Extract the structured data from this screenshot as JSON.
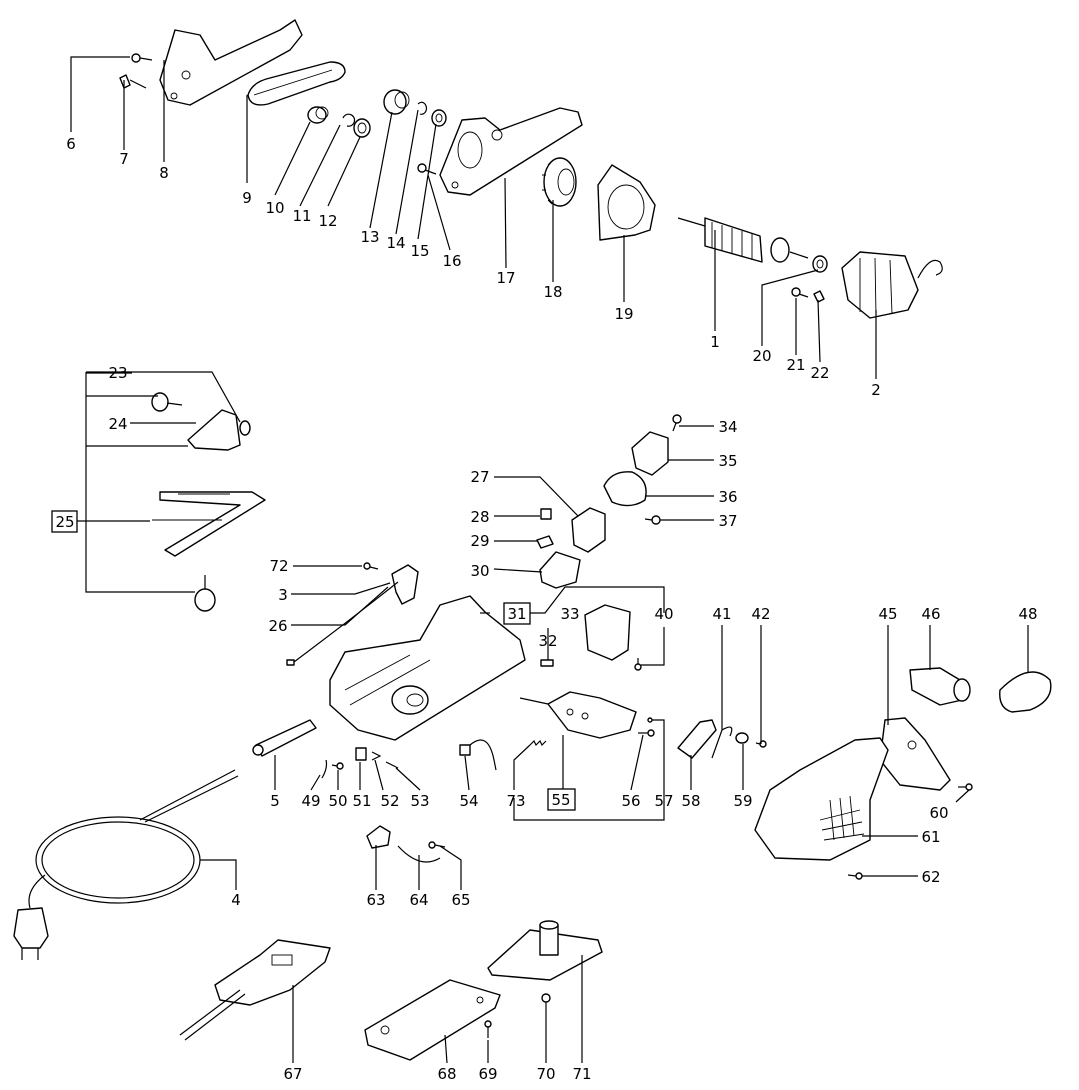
{
  "labels": {
    "l1": "1",
    "l2": "2",
    "l3": "3",
    "l4": "4",
    "l5": "5",
    "l6": "6",
    "l7": "7",
    "l8": "8",
    "l9": "9",
    "l10": "10",
    "l11": "11",
    "l12": "12",
    "l13": "13",
    "l14": "14",
    "l15": "15",
    "l16": "16",
    "l17": "17",
    "l18": "18",
    "l19": "19",
    "l20": "20",
    "l21": "21",
    "l22": "22",
    "l23": "23",
    "l24": "24",
    "l25": "25",
    "l26": "26",
    "l27": "27",
    "l28": "28",
    "l29": "29",
    "l30": "30",
    "l31": "31",
    "l32": "32",
    "l33": "33",
    "l34": "34",
    "l35": "35",
    "l36": "36",
    "l37": "37",
    "l40": "40",
    "l41": "41",
    "l42": "42",
    "l45": "45",
    "l46": "46",
    "l48": "48",
    "l49": "49",
    "l50": "50",
    "l51": "51",
    "l52": "52",
    "l53": "53",
    "l54": "54",
    "l55": "55",
    "l56": "56",
    "l57": "57",
    "l58": "58",
    "l59": "59",
    "l60": "60",
    "l61": "61",
    "l62": "62",
    "l63": "63",
    "l64": "64",
    "l65": "65",
    "l67": "67",
    "l68": "68",
    "l69": "69",
    "l70": "70",
    "l71": "71",
    "l72": "72",
    "l73": "73"
  }
}
